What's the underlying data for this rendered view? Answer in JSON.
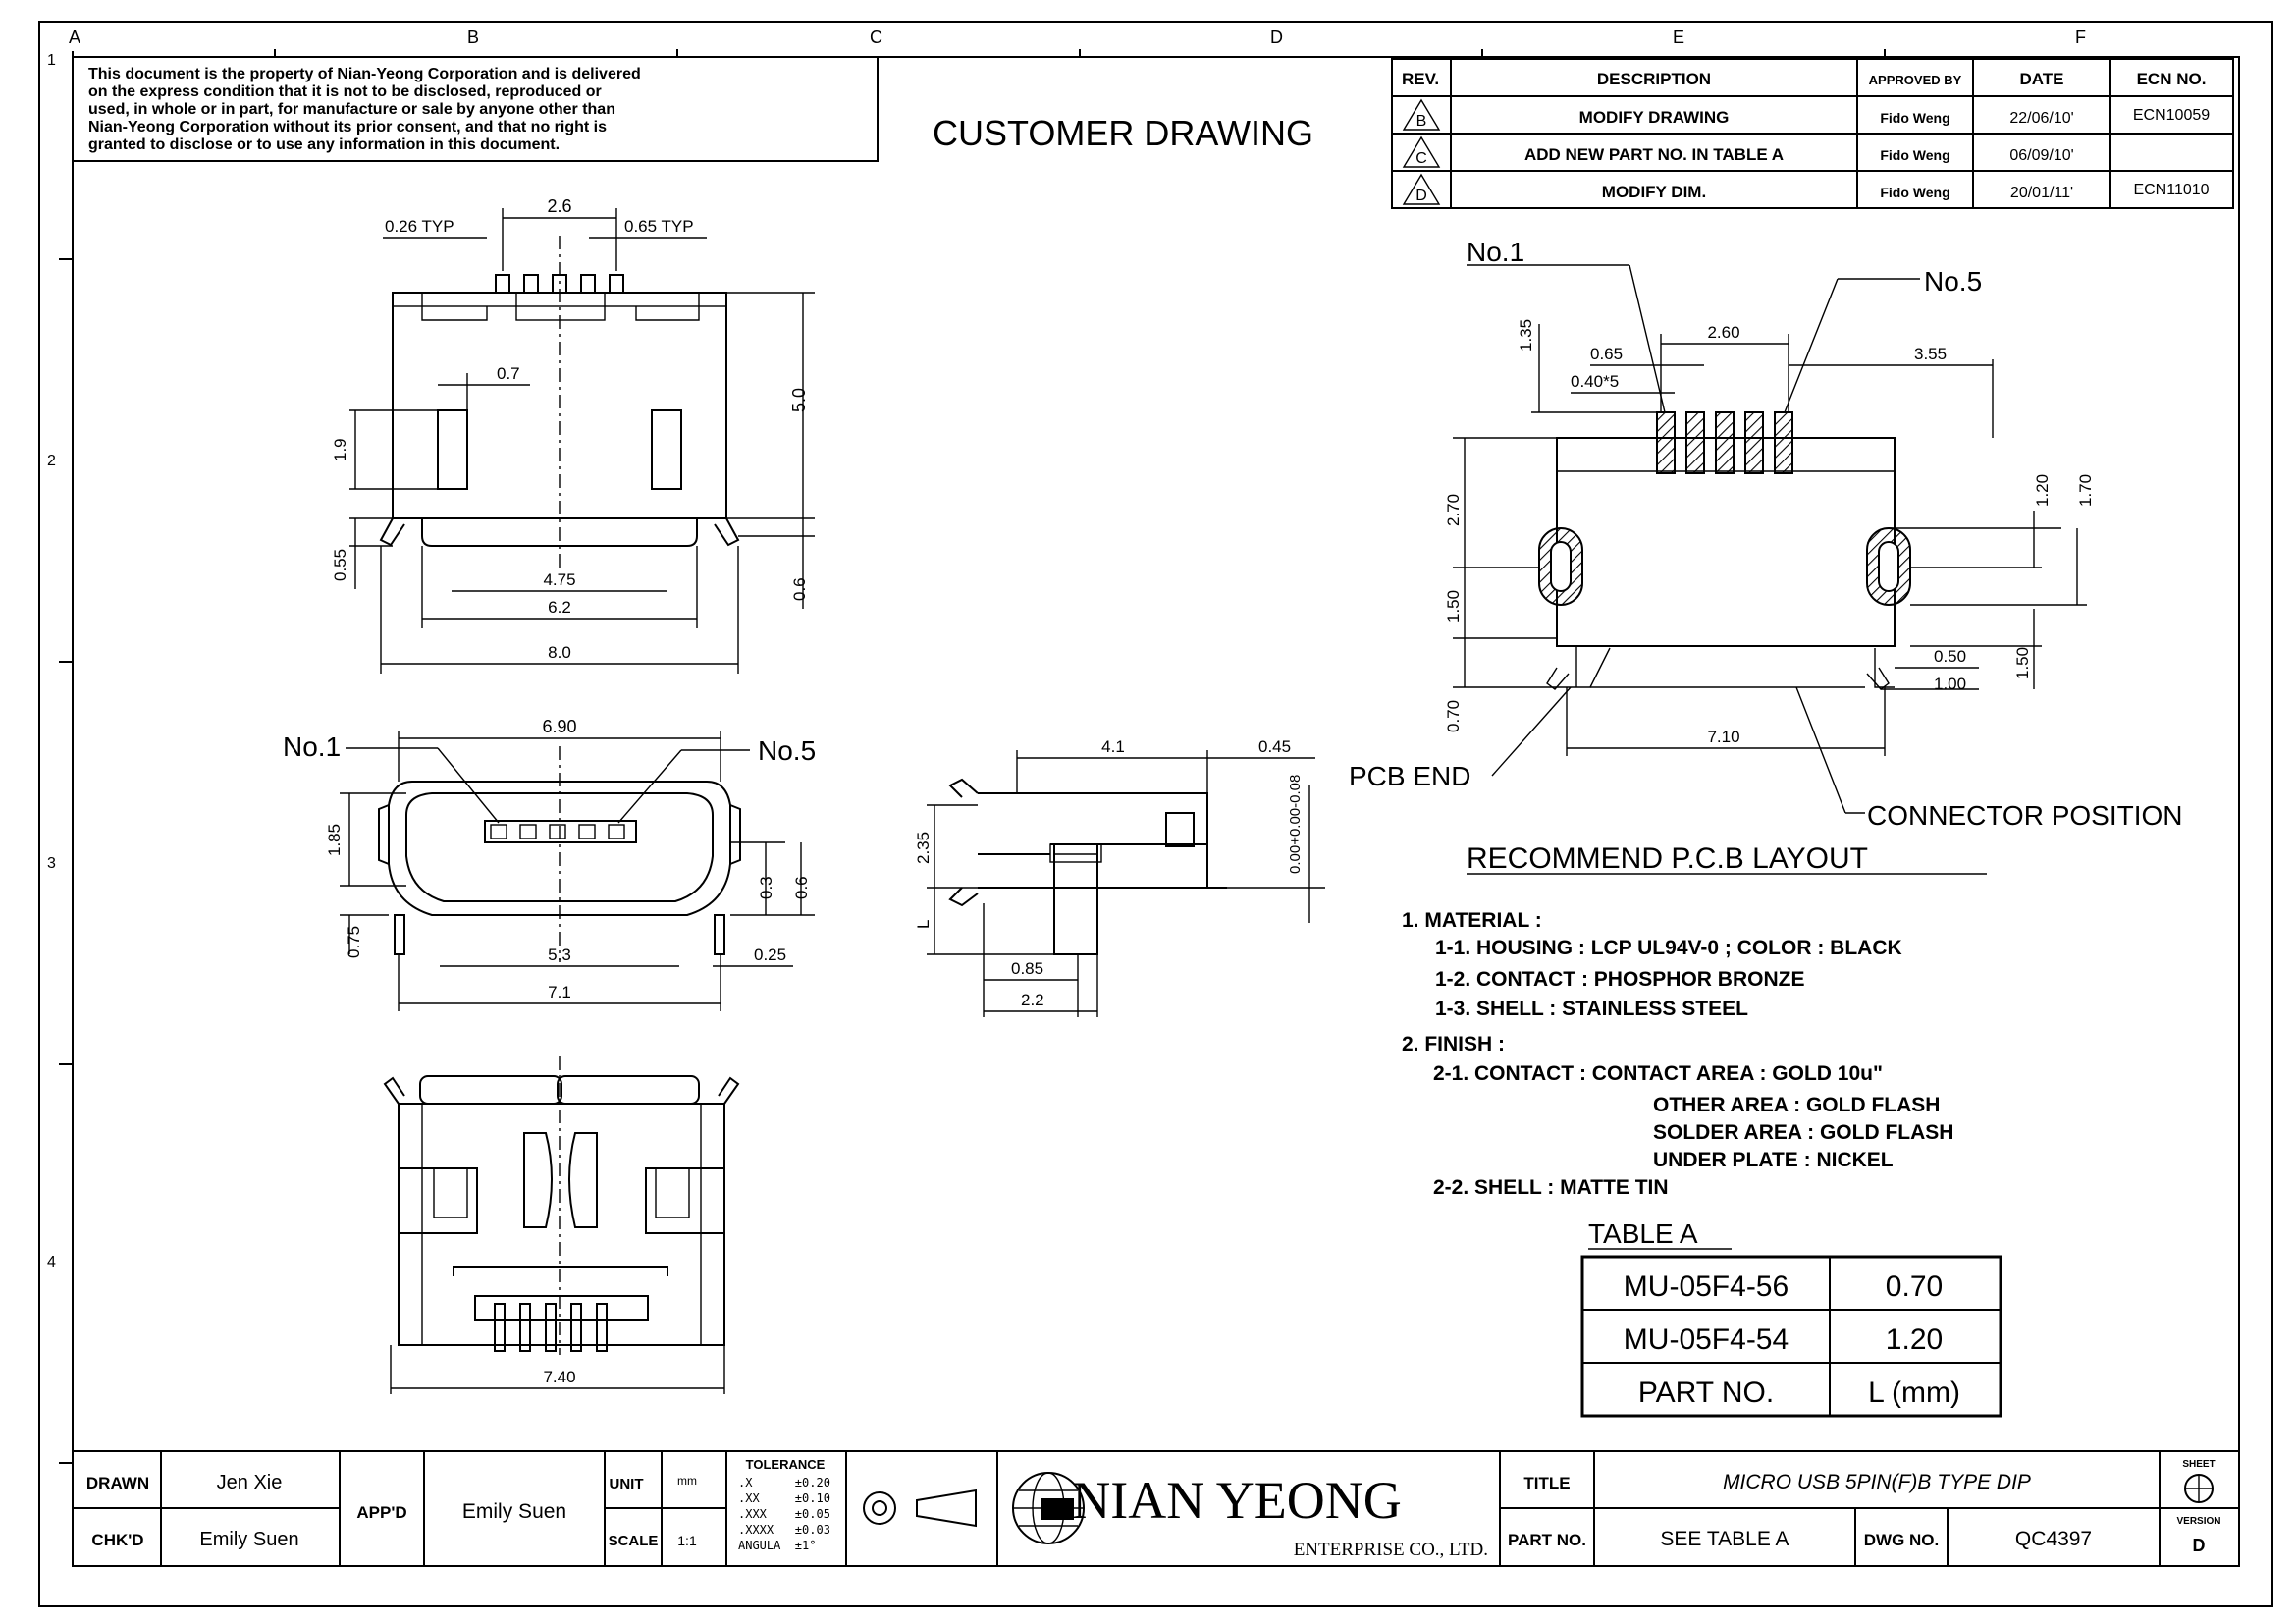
{
  "border": {
    "columns": [
      "A",
      "B",
      "C",
      "D",
      "E",
      "F"
    ],
    "rows": [
      "1",
      "2",
      "3",
      "4"
    ]
  },
  "notice": [
    "This document is the property of Nian-Yeong Corporation and is delivered",
    "on  the  express condition that it is not to be disclosed, reproduced or",
    "used, in whole or in part, for manufacture or sale by anyone other than",
    "Nian-Yeong Corporation without  its prior consent, and that  no right  is",
    "granted to disclose or to use any information in this  document."
  ],
  "heading": "CUSTOMER  DRAWING",
  "revision_table": {
    "headers": [
      "REV.",
      "DESCRIPTION",
      "APPROVED BY",
      "DATE",
      "ECN NO."
    ],
    "rows": [
      {
        "rev": "B",
        "description": "MODIFY DRAWING",
        "approved": "Fido Weng",
        "date": "22/06/10'",
        "ecn": "ECN10059"
      },
      {
        "rev": "C",
        "description": "ADD NEW PART NO. IN TABLE A",
        "approved": "Fido Weng",
        "date": "06/09/10'",
        "ecn": ""
      },
      {
        "rev": "D",
        "description": "MODIFY DIM.",
        "approved": "Fido Weng",
        "date": "20/01/11'",
        "ecn": "ECN11010"
      }
    ]
  },
  "view_top": {
    "dims": [
      "2.6",
      "0.26 TYP",
      "0.65 TYP",
      "0.7",
      "5.0",
      "1.9",
      "0.55",
      "4.75",
      "6.2",
      "8.0",
      "0.6"
    ]
  },
  "view_front": {
    "dims": [
      "6.90",
      "1.85",
      "0.75",
      "0.3",
      "0.6",
      "5.3",
      "7.1",
      "0.25"
    ],
    "label_left": "No.1",
    "label_right": "No.5"
  },
  "view_side": {
    "dims": [
      "4.1",
      "0.45",
      "2.35",
      "L",
      "0.85",
      "2.2"
    ],
    "tolerance": "0.00+0.00-0.08"
  },
  "view_bottom": {
    "dims": [
      "7.40"
    ]
  },
  "pcb_layout": {
    "title": "RECOMMEND  P.C.B  LAYOUT",
    "label_no1": "No.1",
    "label_no5": "No.5",
    "label_pcb_end": "PCB  END",
    "label_connector": "CONNECTOR  POSITION",
    "dims": [
      "1.35",
      "2.60",
      "0.65",
      "0.40*5",
      "3.55",
      "2.70",
      "1.50",
      "0.70",
      "1.20",
      "1.70",
      "0.50",
      "1.00",
      "1.50",
      "7.10"
    ]
  },
  "notes": {
    "material_title": "1.  MATERIAL  :",
    "material": [
      "1-1.  HOUSING  :  LCP  UL94V-0  ;  COLOR  :  BLACK",
      "1-2.  CONTACT  :  PHOSPHOR  BRONZE",
      "1-3.  SHELL  :  STAINLESS  STEEL"
    ],
    "finish_title": "2.  FINISH  :",
    "finish_contact": "2-1.  CONTACT  :  CONTACT  AREA  :  GOLD  10u\"",
    "finish_lines": [
      "OTHER  AREA  :  GOLD  FLASH",
      "SOLDER  AREA  :  GOLD  FLASH",
      "UNDER  PLATE  :  NICKEL"
    ],
    "finish_shell": "2-2.  SHELL  :  MATTE  TIN"
  },
  "table_a": {
    "title": "TABLE  A",
    "rows": [
      {
        "part": "MU-05F4-56",
        "l": "0.70"
      },
      {
        "part": "MU-05F4-54",
        "l": "1.20"
      }
    ],
    "footer_part": "PART  NO.",
    "footer_l": "L  (mm)"
  },
  "title_block": {
    "drawn_label": "DRAWN",
    "drawn": "Jen Xie",
    "chkd_label": "CHK'D",
    "chkd": "Emily Suen",
    "appd_label": "APP'D",
    "appd": "Emily Suen",
    "unit_label": "UNIT",
    "unit": "mm",
    "scale_label": "SCALE",
    "scale": "1:1",
    "tol_title": "TOLERANCE",
    "tol": [
      ".X      ±0.20",
      ".XX     ±0.10",
      ".XXX    ±0.05",
      ".XXXX   ±0.03",
      "ANGULA  ±1°"
    ],
    "company": "NIAN  YEONG",
    "company_sub": "ENTERPRISE CO., LTD.",
    "title_label": "TITLE",
    "title": "MICRO  USB  5PIN(F)B  TYPE  DIP",
    "partno_label": "PART NO.",
    "partno": "SEE  TABLE  A",
    "dwgno_label": "DWG NO.",
    "dwgno": "QC4397",
    "sheet_label": "SHEET",
    "version_label": "VERSION",
    "version": "D"
  }
}
